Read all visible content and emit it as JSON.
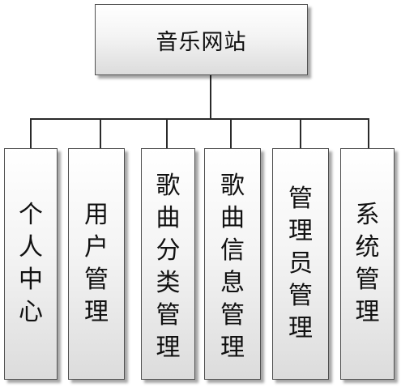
{
  "root": {
    "label": "音乐网站"
  },
  "children": [
    {
      "label": "个人中心"
    },
    {
      "label": "用户管理"
    },
    {
      "label": "歌曲分类管理"
    },
    {
      "label": "歌曲信息管理"
    },
    {
      "label": "管理员管理"
    },
    {
      "label": "系统管理"
    }
  ]
}
